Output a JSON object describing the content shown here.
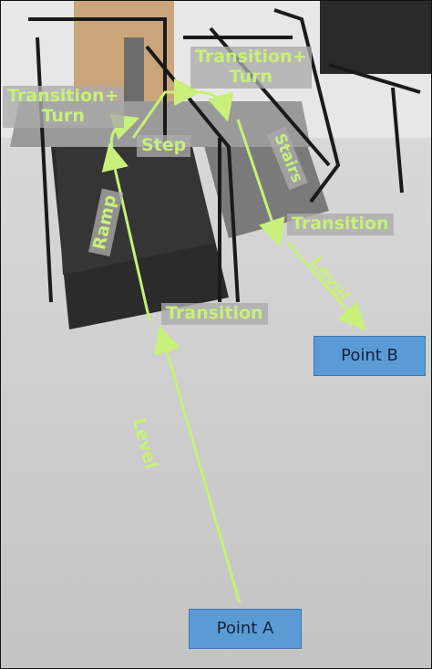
{
  "labels": {
    "transition_turn_left": [
      "Transition+",
      "Turn"
    ],
    "transition_turn_top": [
      "Transition+",
      "Turn"
    ],
    "step": "Step",
    "stairs": "Stairs",
    "ramp": "Ramp",
    "transition_right": "Transition",
    "transition_middle": "Transition",
    "level_right": "Level",
    "level_left": "Level"
  },
  "points": {
    "a": "Point A",
    "b": "Point B"
  },
  "colors": {
    "path": "#c8f07a",
    "point_fill": "#5b9bd5",
    "floor": "#cfcfcf",
    "ramp": "#2b2b2b"
  }
}
